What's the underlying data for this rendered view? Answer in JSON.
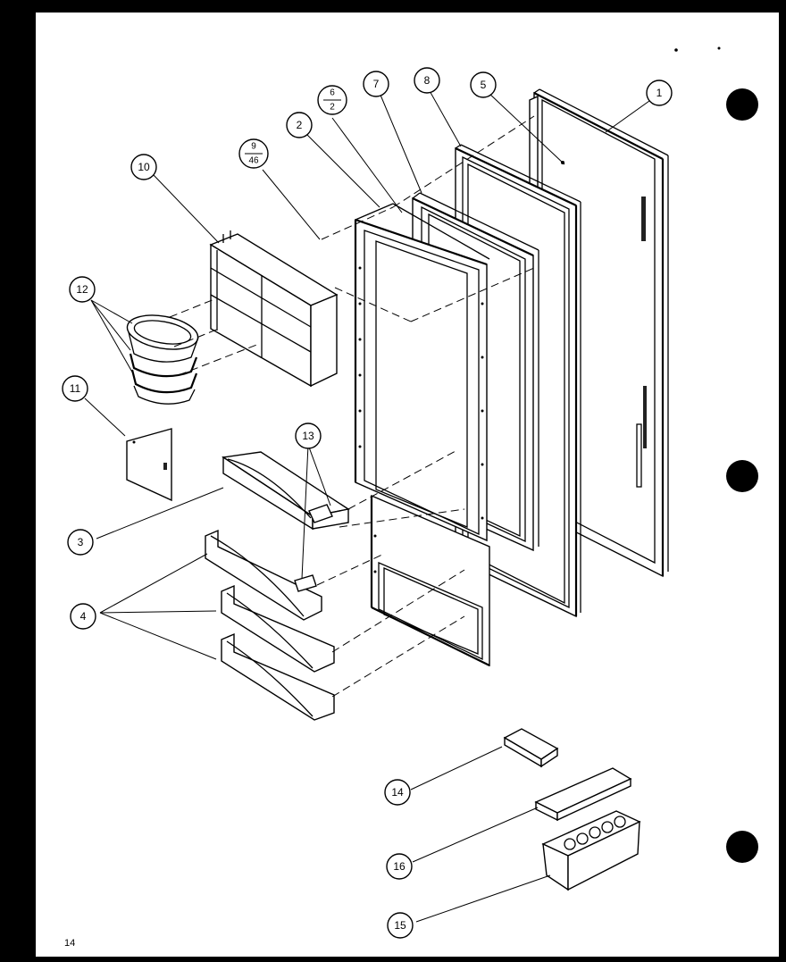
{
  "page_number": "14",
  "callouts": {
    "c1": "1",
    "c2": "2",
    "c3": "3",
    "c4": "4",
    "c5": "5",
    "c6_top": "6",
    "c6_bottom": "2",
    "c7": "7",
    "c8": "8",
    "c9_top": "9",
    "c9_bottom": "46",
    "c10": "10",
    "c11": "11",
    "c12": "12",
    "c13": "13",
    "c14": "14",
    "c15": "15",
    "c16": "16"
  }
}
